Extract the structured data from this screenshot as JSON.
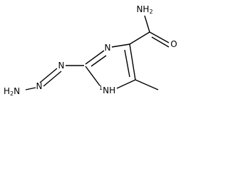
{
  "molecule": {
    "atoms": {
      "amide_nh2": "NH",
      "amide_nh2_sub": "2",
      "amide_o": "O",
      "ring_n3": "N",
      "ring_nh": "NH",
      "ring_nh_prefix": "1",
      "hydrazo_n": "N",
      "terminal_h2n": "H",
      "terminal_h2n_sub": "2",
      "terminal_h2n_n": "N"
    }
  }
}
